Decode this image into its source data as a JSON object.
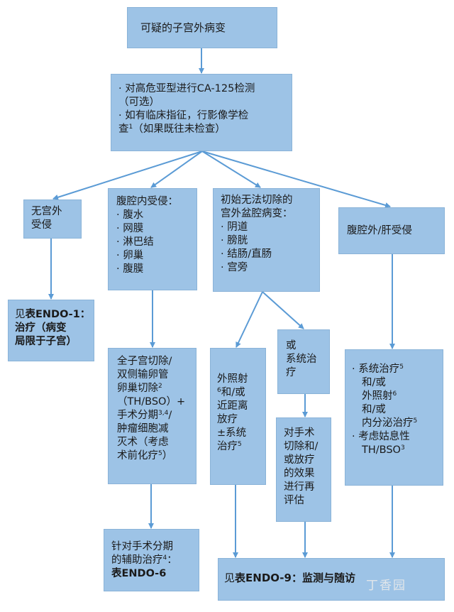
{
  "start": {
    "text": "可疑的子宫外病变"
  },
  "workup": {
    "l1": "· 对高危亚型进行CA-125检测",
    "l2": "（可选）",
    "l3": "· 如有临床指征，行影像学检",
    "l4a": "查",
    "l4_sup": "1",
    "l4b": "（如果既往未检查）"
  },
  "no_spread": {
    "l1": "无宫外",
    "l2": "受侵"
  },
  "endo1": {
    "l1a": "见",
    "l1b": "表ENDO-1：",
    "l2": "治疗（病变",
    "l3": "局限于子宫）"
  },
  "intra": {
    "title": "腹腔内受侵：",
    "items": [
      "· 腹水",
      "· 网膜",
      "· 淋巴结",
      "· 卵巢",
      "· 腹膜"
    ]
  },
  "surgery": {
    "l1": "全子宫切除/",
    "l2": "双侧输卵管",
    "l3a": "卵巢切除",
    "l3_sup": "2",
    "l4": "（TH/BSO）+",
    "l5a": "手术分期",
    "l5_sup": "3,4",
    "l5b": "/",
    "l6": "肿瘤细胞减",
    "l7": "灭术（考虑",
    "l8a": "术前化疗",
    "l8_sup": "5",
    "l8b": "）"
  },
  "adjuvant": {
    "l1": "针对手术分期",
    "l2a": "的辅助治疗",
    "l2_sup": "4",
    "l2b": "：",
    "l3": "表ENDO-6"
  },
  "pelvic": {
    "l1": "初始无法切除的",
    "l2": "宫外盆腔病变：",
    "items": [
      "· 阴道",
      "· 膀胱",
      "· 结肠/直肠",
      "· 宫旁"
    ]
  },
  "ebrt": {
    "l1": "外照射",
    "l2_sup": "6",
    "l2": "和/或",
    "l3": "近距离",
    "l4": "放疗",
    "l5": "±系统",
    "l6a": "治疗",
    "l6_sup": "5"
  },
  "systemic": {
    "l1": "或",
    "l2": "系统治",
    "l3": "疗"
  },
  "reeval": {
    "l1": "对手术",
    "l2": "切除和/",
    "l3": "或放疗",
    "l4": "的效果",
    "l5": "进行再",
    "l6": "评估"
  },
  "extra": {
    "text": "腹腔外/肝受侵"
  },
  "extra_tx": {
    "l1a": "· 系统治疗",
    "l1_sup": "5",
    "l2": "和/或",
    "l3a": "外照射",
    "l3_sup": "6",
    "l4": "和/或",
    "l5a": "内分泌治疗",
    "l5_sup": "5",
    "l6": "· 考虑姑息性",
    "l7a": "TH/BSO",
    "l7_sup": "3"
  },
  "endo9": {
    "a": "见",
    "b": "表ENDO-9：监测与随访"
  },
  "watermark": "丁香园",
  "colors": {
    "box": "#9dc3e6",
    "arrow": "#5b9bd5"
  }
}
